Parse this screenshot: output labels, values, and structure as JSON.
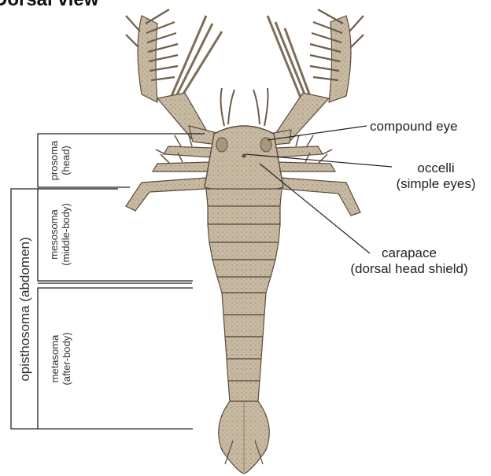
{
  "title": "Dorsal view",
  "labels": {
    "compound_eye": "compound eye",
    "occelli_line1": "occelli",
    "occelli_line2": "(simple eyes)",
    "carapace_line1": "carapace",
    "carapace_line2": "(dorsal head shield)"
  },
  "regions": {
    "prosoma": "prosoma",
    "prosoma_sub": "(head)",
    "mesosoma": "mesosoma",
    "mesosoma_sub": "(middle-body)",
    "metasoma": "metasoma",
    "metasoma_sub": "(after-body)",
    "opisthosoma": "opisthosoma (abdomen)"
  },
  "colors": {
    "body": "#c8b9a2",
    "body_dark": "#8c7b63",
    "line": "#222222"
  }
}
